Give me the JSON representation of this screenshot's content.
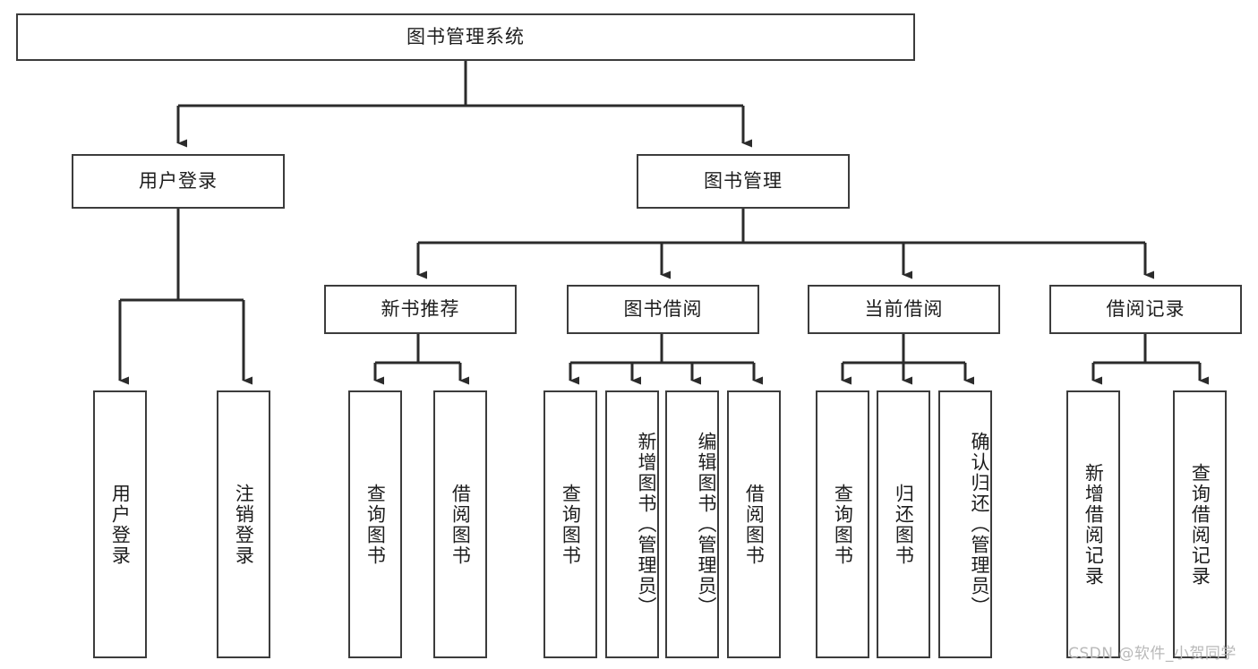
{
  "diagram": {
    "title": "图书管理系统",
    "type": "tree",
    "orientation": "top-down",
    "colors": {
      "background": "#ffffff",
      "box_border": "#3c3c3c",
      "box_fill": "#ffffff",
      "edge": "#2b2b2b",
      "text": "#1d1d1d",
      "watermark": "#b9b9b9"
    },
    "nodes": {
      "root": {
        "label": "图书管理系统",
        "level": 0
      },
      "l1": [
        {
          "id": "user_login",
          "label": "用户登录"
        },
        {
          "id": "book_mgmt",
          "label": "图书管理"
        }
      ],
      "l2": [
        {
          "id": "new_book_rec",
          "label": "新书推荐",
          "parent": "book_mgmt"
        },
        {
          "id": "book_borrow",
          "label": "图书借阅",
          "parent": "book_mgmt"
        },
        {
          "id": "current_borrow",
          "label": "当前借阅",
          "parent": "book_mgmt"
        },
        {
          "id": "borrow_record",
          "label": "借阅记录",
          "parent": "book_mgmt"
        }
      ],
      "leaves": [
        {
          "id": "leaf_user_login",
          "label": "用户登录",
          "parent": "user_login"
        },
        {
          "id": "leaf_logout",
          "label": "注销登录",
          "parent": "user_login"
        },
        {
          "id": "leaf_query_book_1",
          "label": "查询图书",
          "parent": "new_book_rec"
        },
        {
          "id": "leaf_borrow_book_1",
          "label": "借阅图书",
          "parent": "new_book_rec"
        },
        {
          "id": "leaf_query_book_2",
          "label": "查询图书",
          "parent": "book_borrow"
        },
        {
          "id": "leaf_add_book",
          "label": "新增图书（管理员）",
          "parent": "book_borrow"
        },
        {
          "id": "leaf_edit_book",
          "label": "编辑图书（管理员）",
          "parent": "book_borrow"
        },
        {
          "id": "leaf_borrow_book_2",
          "label": "借阅图书",
          "parent": "book_borrow"
        },
        {
          "id": "leaf_query_book_3",
          "label": "查询图书",
          "parent": "current_borrow"
        },
        {
          "id": "leaf_return_book",
          "label": "归还图书",
          "parent": "current_borrow"
        },
        {
          "id": "leaf_confirm_return",
          "label": "确认归还（管理员）",
          "parent": "current_borrow"
        },
        {
          "id": "leaf_add_record",
          "label": "新增借阅记录",
          "parent": "borrow_record"
        },
        {
          "id": "leaf_query_record",
          "label": "查询借阅记录",
          "parent": "borrow_record"
        }
      ]
    },
    "watermark": "CSDN @软件_小贺同学"
  }
}
